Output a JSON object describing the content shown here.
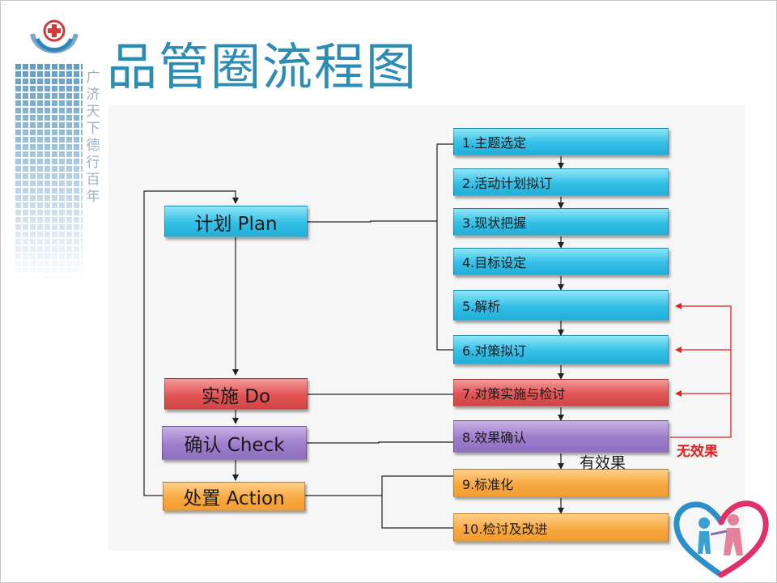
{
  "title": "品管圈流程图",
  "brand": {
    "slogan": "广济天下 德行百年"
  },
  "colors": {
    "title": "#2b8db3",
    "plan": "#33bfe6",
    "do": "#e25454",
    "check": "#9d7dcc",
    "action": "#f7a941",
    "feedback": "#e02020"
  },
  "stages": {
    "plan": "计划 Plan",
    "do": "实施 Do",
    "check": "确认 Check",
    "action": "处置 Action"
  },
  "steps": [
    "1.主题选定",
    "2.活动计划拟订",
    "3.现状把握",
    "4.目标设定",
    "5.解析",
    "6.对策拟订",
    "7.对策实施与检讨",
    "8.效果确认",
    "9.标准化",
    "10.检讨及改进"
  ],
  "labels": {
    "effective": "有效果",
    "ineffective": "无效果"
  }
}
